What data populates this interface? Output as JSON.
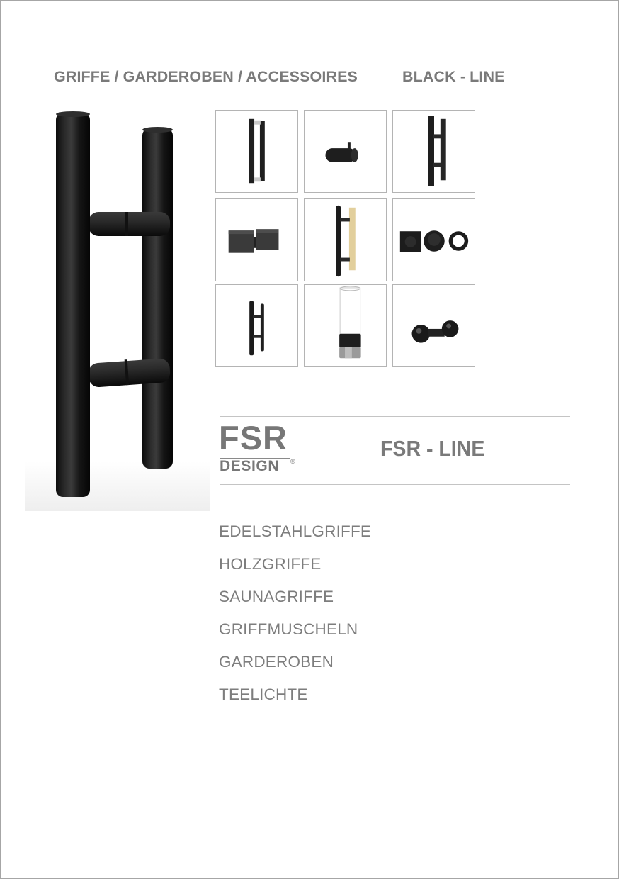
{
  "header": {
    "title_left": "GRIFFE / GARDEROBEN / ACCESSOIRES",
    "title_right": "BLACK - LINE"
  },
  "hero_image": {
    "icon": "black-h-door-handle-image",
    "description": "Black H-shaped pull handle"
  },
  "product_grid": {
    "items": [
      {
        "name": "black-square-pull-handle-image",
        "description": "Black rectangular pull handle with steel mounts"
      },
      {
        "name": "black-coat-hook-image",
        "description": "Black cylindrical coat hook"
      },
      {
        "name": "black-square-h-handle-image",
        "description": "Black square H-handle"
      },
      {
        "name": "black-cube-knob-pair-image",
        "description": "Black cube door knob pair"
      },
      {
        "name": "black-wood-sauna-handle-image",
        "description": "Black and wood sauna handle"
      },
      {
        "name": "black-flush-pulls-image",
        "description": "Black flush pulls / grip shells"
      },
      {
        "name": "black-small-h-handle-image",
        "description": "Small black H-handle"
      },
      {
        "name": "tealight-holder-image",
        "description": "Glass tealight holder with black and steel base"
      },
      {
        "name": "black-ball-knob-image",
        "description": "Black double ball knob"
      }
    ]
  },
  "brand": {
    "logo_top": "FSR",
    "logo_bottom": "DESIGN",
    "logo_mark": "©",
    "line_title": "FSR - LINE"
  },
  "categories": [
    "EDELSTAHLGRIFFE",
    "HOLZGRIFFE",
    "SAUNAGRIFFE",
    "GRIFFMUSCHELN",
    "GARDEROBEN",
    "TEELICHTE"
  ],
  "colors": {
    "text_gray": "#7a7a7a",
    "border_gray": "#b4b4b4",
    "product_black": "#1b1b1b",
    "wood": "#e2cf9c"
  }
}
